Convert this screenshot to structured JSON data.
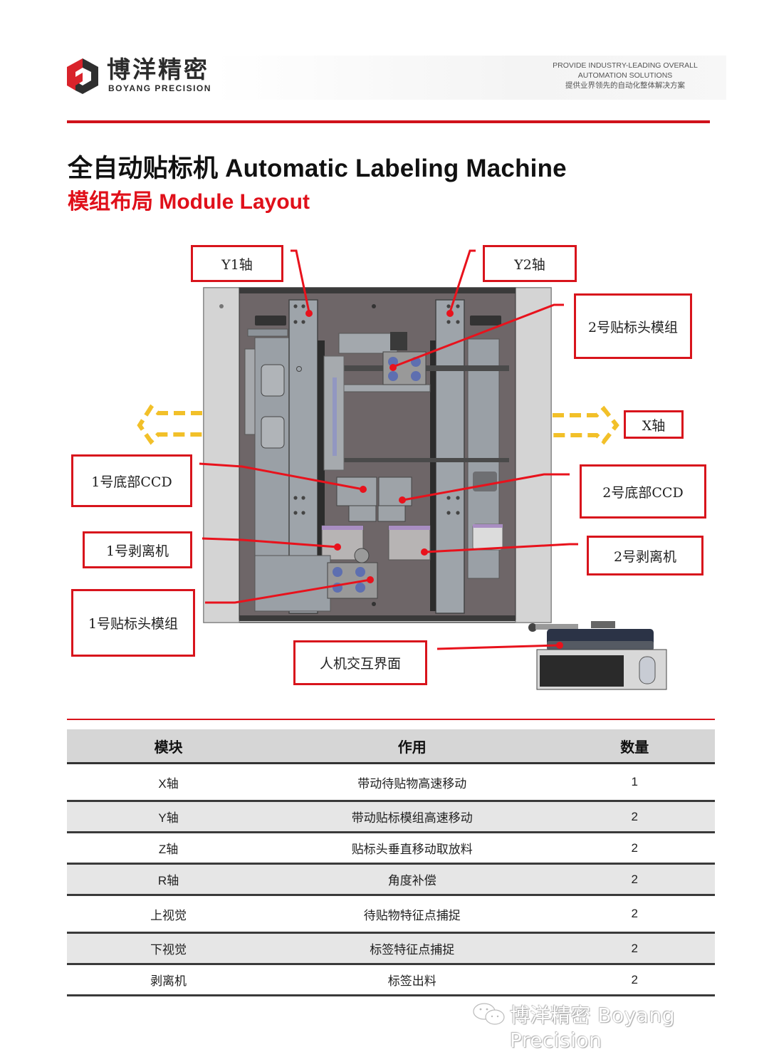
{
  "header": {
    "brand_cn": "博洋精密",
    "brand_en": "BOYANG PRECISION",
    "slogan_en_line1": "PROVIDE INDUSTRY-LEADING OVERALL",
    "slogan_en_line2": "AUTOMATION SOLUTIONS",
    "slogan_cn": "提供业界领先的自动化整体解决方案",
    "accent_color": "#d0121b"
  },
  "title": {
    "main": "全自动贴标机 Automatic Labeling Machine",
    "sub": "模组布局 Module Layout"
  },
  "diagram": {
    "labels": {
      "y1_axis": "Y1轴",
      "y2_axis": "Y2轴",
      "head_module_2": "2号贴标头模组",
      "x_axis": "X轴",
      "bottom_ccd_1": "1号底部CCD",
      "bottom_ccd_2": "2号底部CCD",
      "peeler_1": "1号剥离机",
      "peeler_2": "2号剥离机",
      "head_module_1": "1号贴标头模组",
      "hmi": "人机交互界面"
    },
    "callout_color": "#d8141c",
    "arrow_color": "#f2c029"
  },
  "table": {
    "headers": [
      "模块",
      "作用",
      "数量"
    ],
    "rows": [
      {
        "module": "X轴",
        "function": "带动待贴物高速移动",
        "qty": "1"
      },
      {
        "module": "Y轴",
        "function": "带动贴标模组高速移动",
        "qty": "2"
      },
      {
        "module": "Z轴",
        "function": "贴标头垂直移动取放料",
        "qty": "2"
      },
      {
        "module": "R轴",
        "function": "角度补偿",
        "qty": "2"
      },
      {
        "module": "上视觉",
        "function": "待贴物特征点捕捉",
        "qty": "2"
      },
      {
        "module": "下视觉",
        "function": "标签特征点捕捉",
        "qty": "2"
      },
      {
        "module": "剥离机",
        "function": "标签出料",
        "qty": "2"
      }
    ]
  },
  "footer": {
    "watermark": "博洋精密 Boyang Precision"
  }
}
